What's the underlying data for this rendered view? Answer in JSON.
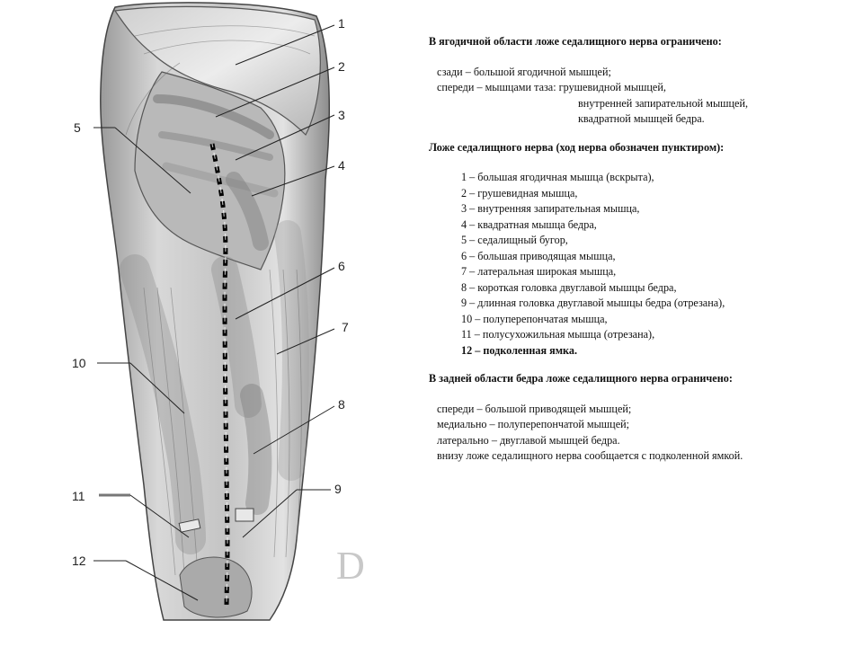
{
  "figure": {
    "labels": {
      "n1": "1",
      "n2": "2",
      "n3": "3",
      "n4": "4",
      "n5": "5",
      "n6": "6",
      "n7": "7",
      "n8": "8",
      "n9": "9",
      "n10": "10",
      "n11": "11",
      "n12": "12"
    },
    "watermark": "D"
  },
  "text": {
    "section1": {
      "heading": "В ягодичной области ложе седалищного нерва ограничено:",
      "lines": [
        "сзади – большой ягодичной мышцей;",
        "спереди – мышцами таза: грушевидной мышцей,",
        "внутренней запирательной мышцей,",
        "квадратной мышцей бедра."
      ]
    },
    "section2": {
      "heading": "Ложе седалищного нерва (ход нерва обозначен пунктиром):",
      "items": [
        "1 – большая ягодичная мышца (вскрыта),",
        "2 – грушевидная мышца,",
        "3 – внутренняя запирательная мышца,",
        "4 – квадратная мышца бедра,",
        "5 – седалищный бугор,",
        "6 – большая приводящая мышца,",
        "7 – латеральная широкая мышца,",
        "8 – короткая головка двуглавой мышцы бедра,",
        "9 – длинная головка двуглавой мышцы бедра (отрезана),",
        "10 – полуперепончатая мышца,",
        "11 – полусухожильная мышца (отрезана),",
        "12 – подколенная ямка."
      ]
    },
    "section3": {
      "heading": "В задней области бедра ложе седалищного нерва ограничено:",
      "lines": [
        "спереди – большой приводящей мышцей;",
        "медиально – полуперепончатой мышцей;",
        "латерально – двуглавой мышцей бедра.",
        "внизу ложе седалищного нерва сообщается с подколенной ямкой."
      ]
    }
  }
}
